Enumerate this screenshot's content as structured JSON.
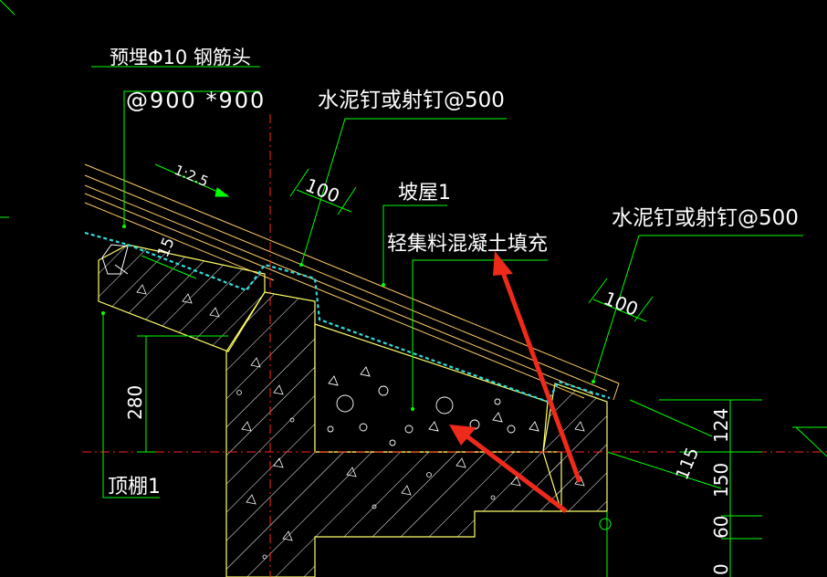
{
  "labels": {
    "rebar_note_line1": "预埋Φ10 钢筋头",
    "rebar_note_line2": "@900 *900",
    "nail_note_top": "水泥钉或射钉@500",
    "nail_note_right": "水泥钉或射钉@500",
    "roof_label": "坡屋1",
    "fill_label": "轻集料混凝土填充",
    "ceiling_label": "顶棚1",
    "slope_ratio": "1:2.5"
  },
  "dimensions": {
    "d100_top": "100",
    "d100_right": "100",
    "d15": "15",
    "d280": "280",
    "d115": "115",
    "d124": "124",
    "d150": "150",
    "d60": "60",
    "d0": "0"
  },
  "colors": {
    "background": "#000000",
    "leader": "#00ff00",
    "outline": "#ffff66",
    "roof_layers": "#ffcc66",
    "axis": "#ff2222",
    "membrane": "#33dddd",
    "arrow": "#ee2a1a",
    "hatch": "#ffffff",
    "text": "#ffffff"
  }
}
